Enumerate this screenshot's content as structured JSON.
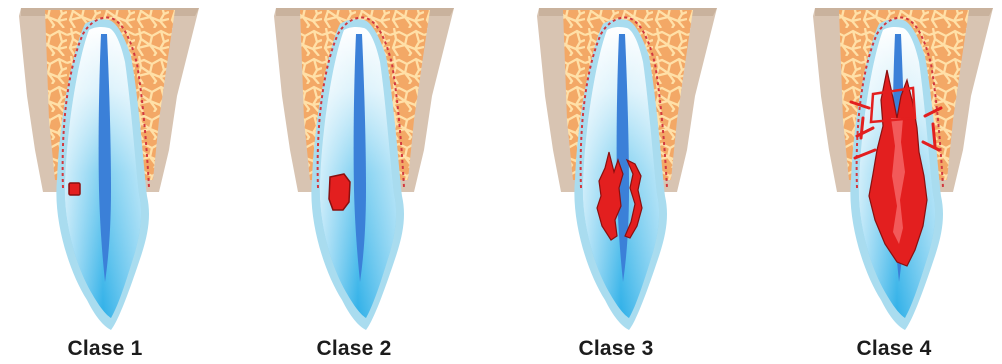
{
  "figure": {
    "panels": [
      {
        "id": "clase-1",
        "caption": "Clase 1"
      },
      {
        "id": "clase-2",
        "caption": "Clase 2"
      },
      {
        "id": "clase-3",
        "caption": "Clase 3"
      },
      {
        "id": "clase-4",
        "caption": "Clase 4"
      }
    ]
  },
  "colors": {
    "bone": "#d8c4b2",
    "bone_shadow": "#c9b29d",
    "cancellous": "#f3a866",
    "cancellous_trabecula": "#ffe0a8",
    "root_outer": "#a9dcef",
    "root_mid": "#5fc0ea",
    "root_light": "#ffffff",
    "canal": "#3b80d8",
    "resorption": "#e31f1f",
    "resorption_edge": "#8a0f0f",
    "bone_margin": "#d2383f"
  }
}
